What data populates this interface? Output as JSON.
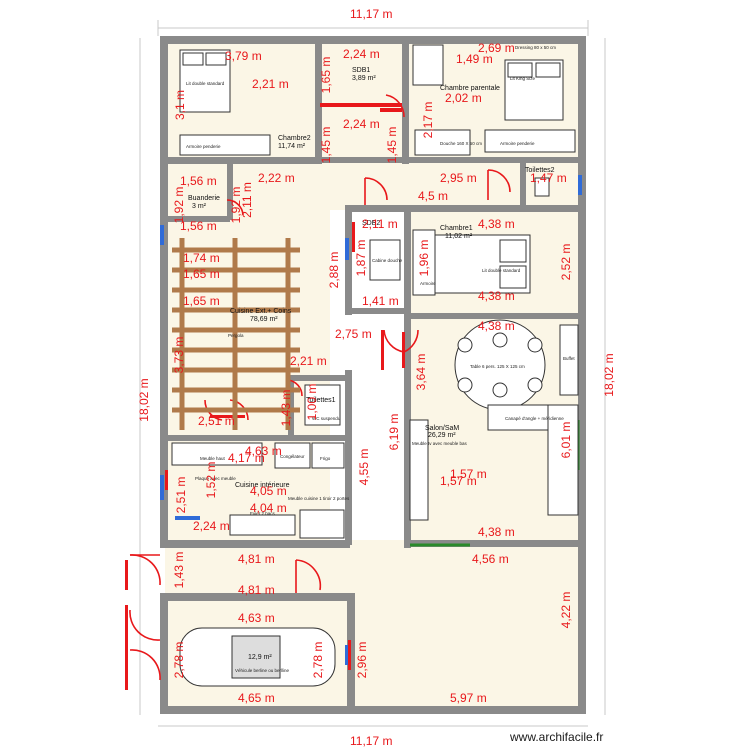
{
  "plan": {
    "colors": {
      "wall": "#8a8a8a",
      "floor": "#fbf6e6",
      "dimension": "#e8181b",
      "door": "#e8181b",
      "window": "#2a8a2a",
      "window_blue": "#2f6bd8",
      "furniture": "#333333"
    },
    "rooms": {
      "chambre2": {
        "name": "Chambre2",
        "area": "11,74 m²"
      },
      "sdb1": {
        "name": "SDB1",
        "area": "3,89 m²"
      },
      "chambre_parentale": {
        "name": "Chambre parentale"
      },
      "buanderie": {
        "name": "Buanderie",
        "area": "3 m²"
      },
      "sdb2": {
        "name": "SDB2"
      },
      "chambre1": {
        "name": "Chambre1",
        "area": "11,02 m²"
      },
      "toilettes2": {
        "name": "Toilettes2"
      },
      "cuisine_ext": {
        "name": "Cuisine Ext.+ Coins",
        "area": "78,69 m²"
      },
      "toilettes1": {
        "name": "Toilettes1"
      },
      "salon": {
        "name": "Salon/SaM",
        "area": "26,29 m²"
      },
      "cuisine_int": {
        "name": "Cuisine intérieure"
      },
      "garage": {
        "area": "12,9 m²"
      }
    },
    "furniture": {
      "lit_double_standard": "Lit double standard",
      "armoire": "Armoire penderie",
      "lit_king": "Lit King Size",
      "armoire2": "Armoire penderie",
      "dressing": "Dressing 80 x 50 cm",
      "douche_160": "Douche 160 X 50 cm",
      "douche": "Cabine douche",
      "lit_double_ch1": "Lit double standard",
      "armoire_ch1": "Armoire",
      "pergola": "Pergola",
      "table": "Table 6 pers. 125 X 125 cm",
      "buffet": "Buffet",
      "canape": "Canapé d'angle + méridienne",
      "meuble_tv": "Meuble tv avec meuble bas",
      "congelateur": "Congélateur",
      "frigo": "Frigo",
      "evier": "Evier 2 bacs",
      "meuble_cuisine": "Meuble cuisine 1 tiroir 2 portes",
      "meuble_haut": "Meuble haut",
      "plaque": "Plaque avec meuble",
      "wc": "WC suspendu",
      "vehicule": "Véhicule berline ou berlline"
    },
    "dimensions": {
      "top_width": "11,17 m",
      "bottom_width": "11,17 m",
      "left_height": "18,02 m",
      "right_height": "18,02 m",
      "ch2_width": "3,79 m",
      "ch2_inner": "2,21 m",
      "ch2_height": "3,1 m",
      "sdb1_width": "2,24 m",
      "sdb1_height": "1,65 m",
      "sdb1_bottom": "2,24 m",
      "sdb1_left": "1,45 m",
      "sdb1_right": "1,45 m",
      "cp_top": "2,69 m",
      "cp_dress": "1,49 m",
      "cp_a": "2,02 m",
      "cp_b": "2,17 m",
      "buand_top": "1,56 m",
      "buand_h": "1,92 m",
      "buand_w": "1,92 m",
      "buand_b": "1,56 m",
      "cuis_2_22": "2,22 m",
      "cuis_2_11": "2,11 m",
      "toil2_w": "2,95 m",
      "toil2_h": "1,47 m",
      "d45": "4,5 m",
      "sdb2_w": "2,11 m",
      "sdb2_h": "1,87 m",
      "sdb2_b": "1,41 m",
      "ch1_top": "4,38 m",
      "ch1_left": "1,96 m",
      "ch1_right": "2,52 m",
      "ch1_bottom": "4,38 m",
      "pergola_174": "1,74 m",
      "pergola_165a": "1,65 m",
      "pergola_165b": "1,65 m",
      "cuis_288": "2,88 m",
      "cuis_275": "2,75 m",
      "cuis_373": "3,73 m",
      "toil1_221": "2,21 m",
      "toil1_143": "1,43 m",
      "toil1_100": "1,00 m",
      "salon_top": "4,38 m",
      "salon_364": "3,64 m",
      "salon_619": "6,19 m",
      "salon_601": "6,01 m",
      "salon_157a": "1,57 m",
      "salon_157b": "1,57 m",
      "salon_bottom": "4,38 m",
      "salon_outer": "4,56 m",
      "ci_251": "2,51 m",
      "ci_463": "4,63 m",
      "ci_417": "4,17 m",
      "ci_405": "4,05 m",
      "ci_404": "4,04 m",
      "ci_455": "4,55 m",
      "ci_224": "2,24 m",
      "ci_251b": "2,51 m",
      "ci_152": "1,52 m",
      "corr_481a": "4,81 m",
      "corr_481b": "4,81 m",
      "corr_143": "1,43 m",
      "gar_463": "4,63 m",
      "gar_278a": "2,78 m",
      "gar_278b": "2,78 m",
      "gar_296": "2,96 m",
      "gar_465": "4,65 m",
      "ext_597": "5,97 m",
      "ext_422": "4,22 m"
    },
    "watermark": "www.archifacile.fr"
  }
}
